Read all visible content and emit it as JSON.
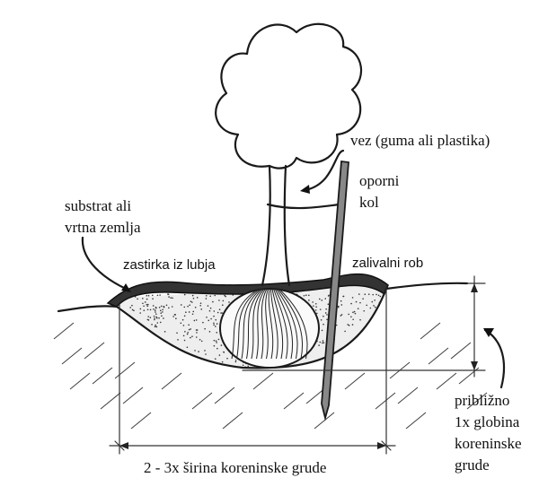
{
  "labels": {
    "tie": "vez (guma ali plastika)",
    "stake_1": "oporni",
    "stake_2": "kol",
    "substrate_1": "substrat ali",
    "substrate_2": "vrtna zemlja",
    "mulch": "zastirka iz lubja",
    "watering_rim": "zalivalni rob",
    "depth_1": "približno",
    "depth_2": "1x globina",
    "depth_3": "koreninske",
    "depth_4": "grude",
    "width": "2 - 3x širina koreninske grude"
  }
}
